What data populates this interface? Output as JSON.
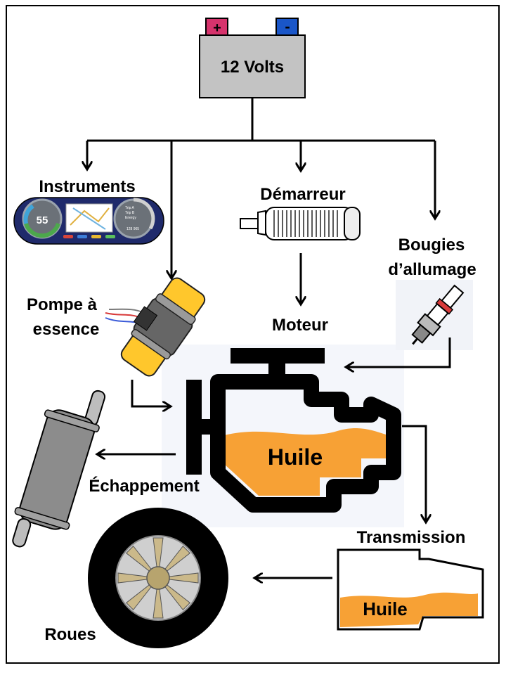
{
  "battery": {
    "label": "12 Volts",
    "plus_sign": "+",
    "minus_sign": "-",
    "plus_color": "#d6336c",
    "minus_color": "#1a56c8"
  },
  "instruments": {
    "label": "Instruments",
    "speed_value": "55",
    "trip_a": "Trip A",
    "trip_b": "Trip B",
    "energy": "Energy",
    "odometer": "128 965"
  },
  "fuel_pump": {
    "label_line1": "Pompe à",
    "label_line2": "essence"
  },
  "starter": {
    "label": "Démarreur"
  },
  "spark_plugs": {
    "label_line1": "Bougies",
    "label_line2": "d’allumage"
  },
  "engine": {
    "label": "Moteur",
    "oil_label": "Huile"
  },
  "exhaust": {
    "label": "Échappement"
  },
  "transmission": {
    "label": "Transmission",
    "oil_label": "Huile"
  },
  "wheels": {
    "label": "Roues"
  },
  "colors": {
    "oil": "#f7a135",
    "pump_yellow": "#ffc72c",
    "dashboard_blue": "#1f2a6b",
    "gray": "#8c8c8c"
  }
}
